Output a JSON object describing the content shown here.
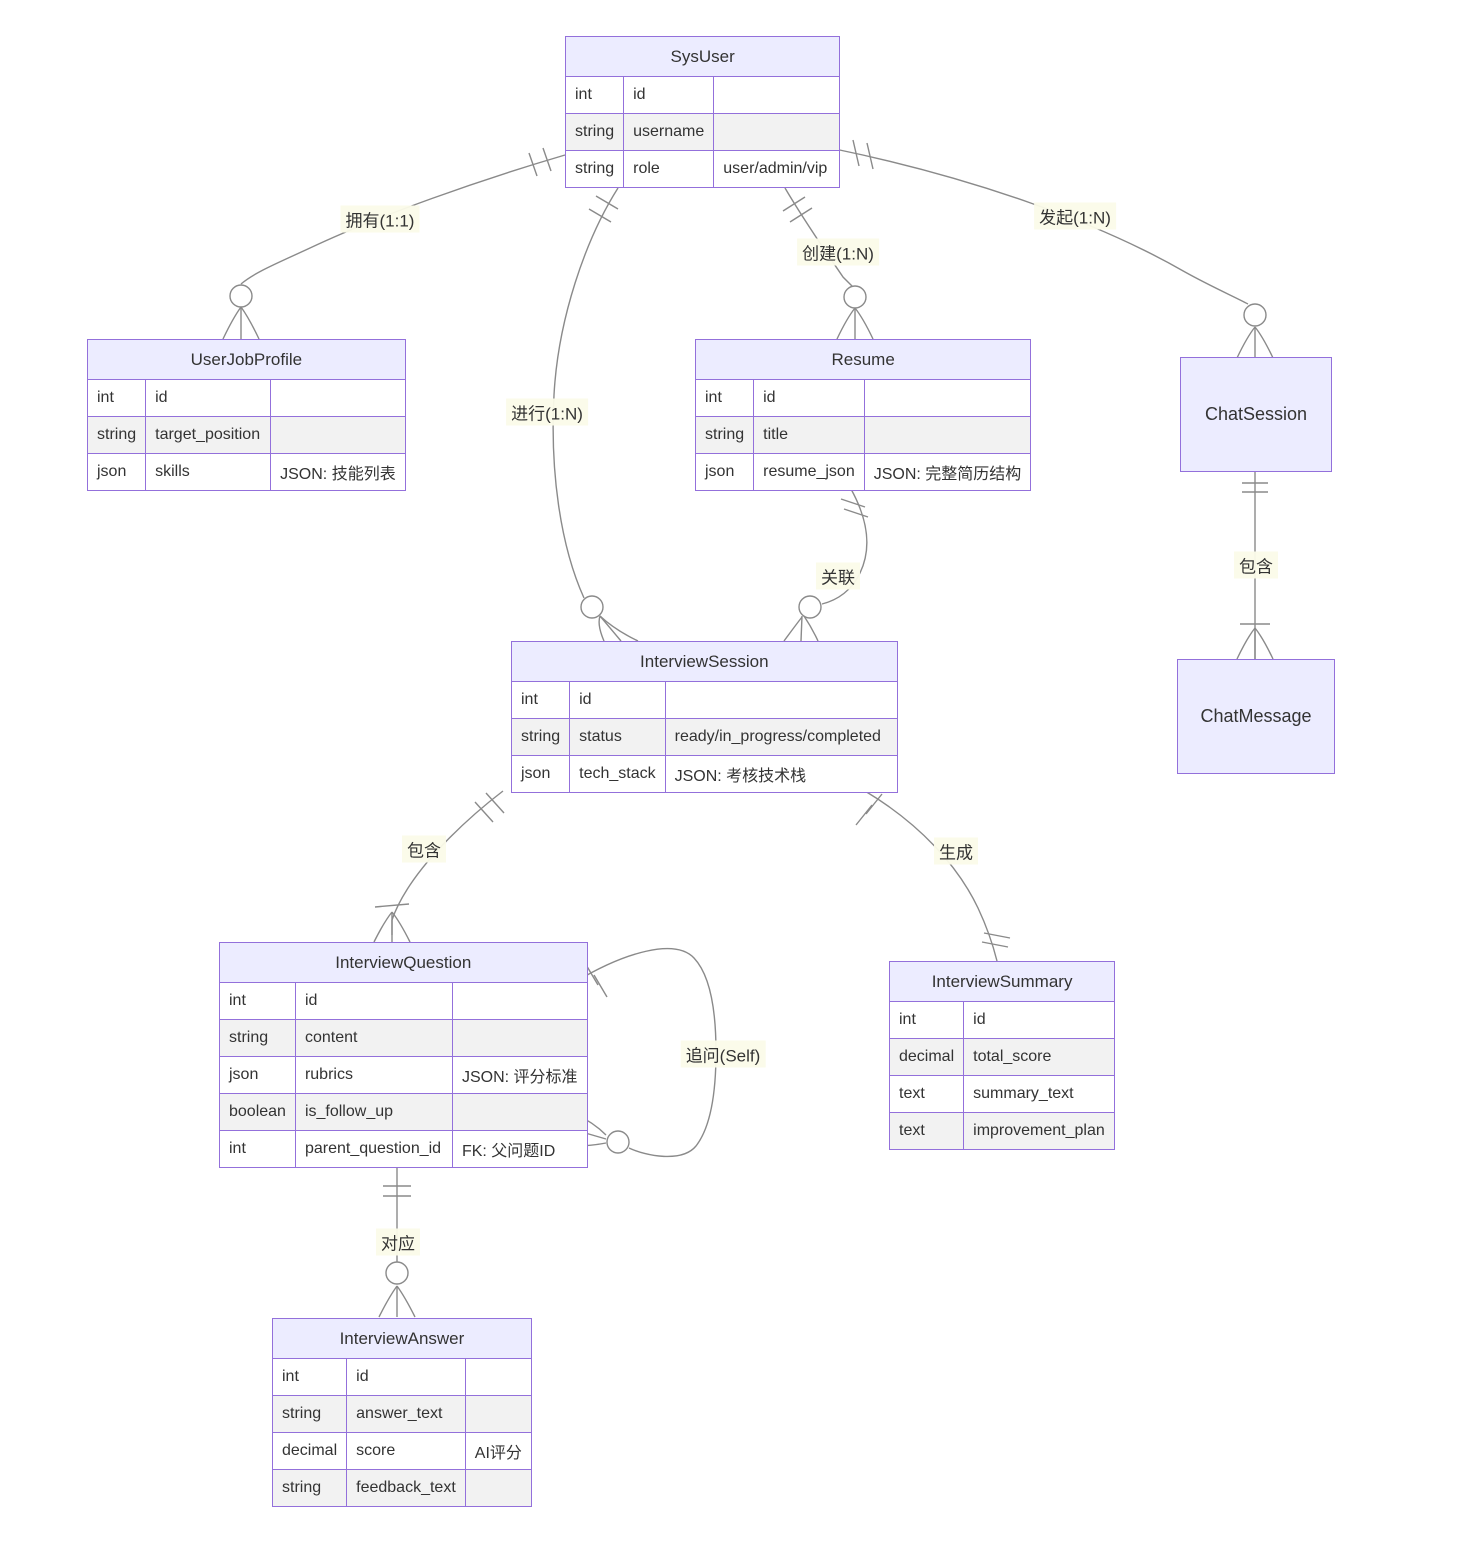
{
  "diagram": {
    "colors": {
      "entity_border": "#9370DB",
      "entity_header_fill": "#ECECFF",
      "row_alt_fill": "#f2f2f2",
      "edge_color": "#8a8a8a",
      "label_background": "#fbfbe9",
      "text_color": "#333333"
    },
    "entities": {
      "sysuser": {
        "title": "SysUser",
        "rows": [
          {
            "type": "int",
            "name": "id",
            "comment": ""
          },
          {
            "type": "string",
            "name": "username",
            "comment": ""
          },
          {
            "type": "string",
            "name": "role",
            "comment": "user/admin/vip"
          }
        ]
      },
      "userjobprofile": {
        "title": "UserJobProfile",
        "rows": [
          {
            "type": "int",
            "name": "id",
            "comment": ""
          },
          {
            "type": "string",
            "name": "target_position",
            "comment": ""
          },
          {
            "type": "json",
            "name": "skills",
            "comment": "JSON: 技能列表"
          }
        ]
      },
      "resume": {
        "title": "Resume",
        "rows": [
          {
            "type": "int",
            "name": "id",
            "comment": ""
          },
          {
            "type": "string",
            "name": "title",
            "comment": ""
          },
          {
            "type": "json",
            "name": "resume_json",
            "comment": "JSON: 完整简历结构"
          }
        ]
      },
      "chatsession": {
        "title": "ChatSession"
      },
      "chatmessage": {
        "title": "ChatMessage"
      },
      "interviewsession": {
        "title": "InterviewSession",
        "rows": [
          {
            "type": "int",
            "name": "id",
            "comment": ""
          },
          {
            "type": "string",
            "name": "status",
            "comment": "ready/in_progress/completed"
          },
          {
            "type": "json",
            "name": "tech_stack",
            "comment": "JSON: 考核技术栈"
          }
        ]
      },
      "interviewquestion": {
        "title": "InterviewQuestion",
        "rows": [
          {
            "type": "int",
            "name": "id",
            "comment": ""
          },
          {
            "type": "string",
            "name": "content",
            "comment": ""
          },
          {
            "type": "json",
            "name": "rubrics",
            "comment": "JSON: 评分标准"
          },
          {
            "type": "boolean",
            "name": "is_follow_up",
            "comment": ""
          },
          {
            "type": "int",
            "name": "parent_question_id",
            "comment": "FK: 父问题ID"
          }
        ]
      },
      "interviewsummary": {
        "title": "InterviewSummary",
        "rows": [
          {
            "type": "int",
            "name": "id"
          },
          {
            "type": "decimal",
            "name": "total_score"
          },
          {
            "type": "text",
            "name": "summary_text"
          },
          {
            "type": "text",
            "name": "improvement_plan"
          }
        ]
      },
      "interviewanswer": {
        "title": "InterviewAnswer",
        "rows": [
          {
            "type": "int",
            "name": "id",
            "comment": ""
          },
          {
            "type": "string",
            "name": "answer_text",
            "comment": ""
          },
          {
            "type": "decimal",
            "name": "score",
            "comment": "AI评分"
          },
          {
            "type": "string",
            "name": "feedback_text",
            "comment": ""
          }
        ]
      }
    },
    "relationships": [
      {
        "from": "SysUser",
        "to": "UserJobProfile",
        "label": "拥有(1:1)"
      },
      {
        "from": "SysUser",
        "to": "Resume",
        "label": "创建(1:N)"
      },
      {
        "from": "SysUser",
        "to": "ChatSession",
        "label": "发起(1:N)"
      },
      {
        "from": "SysUser",
        "to": "InterviewSession",
        "label": "进行(1:N)"
      },
      {
        "from": "Resume",
        "to": "InterviewSession",
        "label": "关联"
      },
      {
        "from": "ChatSession",
        "to": "ChatMessage",
        "label": "包含"
      },
      {
        "from": "InterviewSession",
        "to": "InterviewQuestion",
        "label": "包含"
      },
      {
        "from": "InterviewSession",
        "to": "InterviewSummary",
        "label": "生成"
      },
      {
        "from": "InterviewQuestion",
        "to": "InterviewQuestion",
        "label": "追问(Self)"
      },
      {
        "from": "InterviewQuestion",
        "to": "InterviewAnswer",
        "label": "对应"
      }
    ]
  }
}
